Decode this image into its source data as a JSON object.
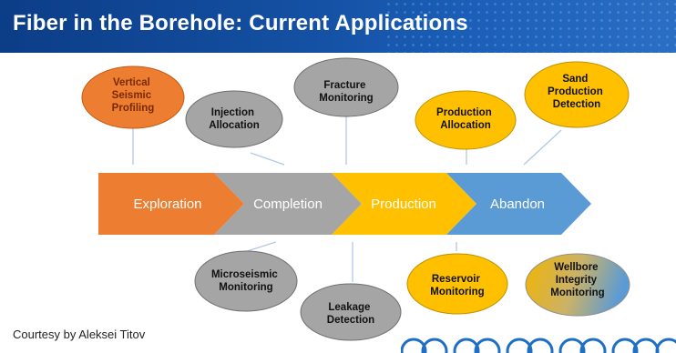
{
  "header": {
    "title": "Fiber in the Borehole: Current Applications"
  },
  "stages": [
    {
      "label": "Exploration",
      "color": "#ed7d31"
    },
    {
      "label": "Completion",
      "color": "#a5a5a5"
    },
    {
      "label": "Production",
      "color": "#ffc000"
    },
    {
      "label": "Abandon",
      "color": "#5b9bd5"
    }
  ],
  "top_bubbles": [
    {
      "lines": [
        "Vertical",
        "Seismic",
        "Profiling"
      ],
      "stage": "Exploration"
    },
    {
      "lines": [
        "Injection",
        "Allocation"
      ],
      "stage": "Completion"
    },
    {
      "lines": [
        "Fracture",
        "Monitoring"
      ],
      "stage": "Completion"
    },
    {
      "lines": [
        "Production",
        "Allocation"
      ],
      "stage": "Production"
    },
    {
      "lines": [
        "Sand",
        "Production",
        "Detection"
      ],
      "stage": "Production"
    }
  ],
  "bottom_bubbles": [
    {
      "lines": [
        "Microseismic",
        "Monitoring"
      ],
      "stage": "Completion"
    },
    {
      "lines": [
        "Leakage",
        "Detection"
      ],
      "stage": "Completion"
    },
    {
      "lines": [
        "Reservoir",
        "Monitoring"
      ],
      "stage": "Production"
    },
    {
      "lines": [
        "Wellbore",
        "Integrity",
        "Monitoring"
      ],
      "stage": "Production/Abandon"
    }
  ],
  "footer": {
    "courtesy": "Courtesy by Aleksei Titov"
  },
  "colors": {
    "banner": "#1450a3",
    "connector": "#b4c7e7",
    "bubble_stroke": "#6f6f6f"
  }
}
